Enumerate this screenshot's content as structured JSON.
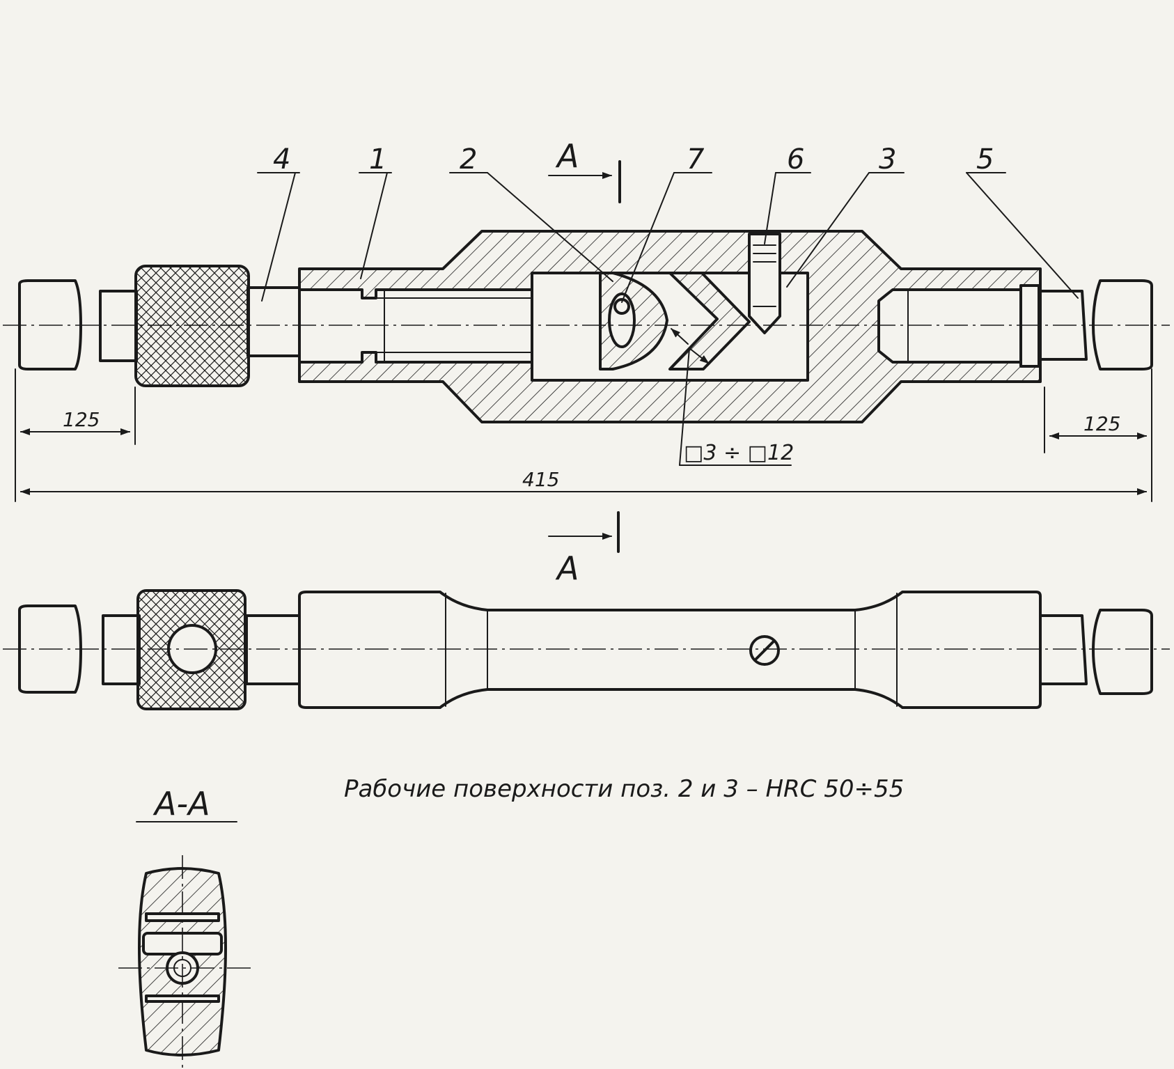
{
  "drawing": {
    "part_labels": [
      "4",
      "1",
      "2",
      "7",
      "6",
      "3",
      "5"
    ],
    "section_mark": "A",
    "section_title": "A-A",
    "dimensions": {
      "left_length": "125",
      "right_length": "125",
      "total_length": "415",
      "square_range": "□3 ÷ □12"
    },
    "note": "Рабочие поверхности поз. 2 и 3 – HRC 50÷55"
  }
}
